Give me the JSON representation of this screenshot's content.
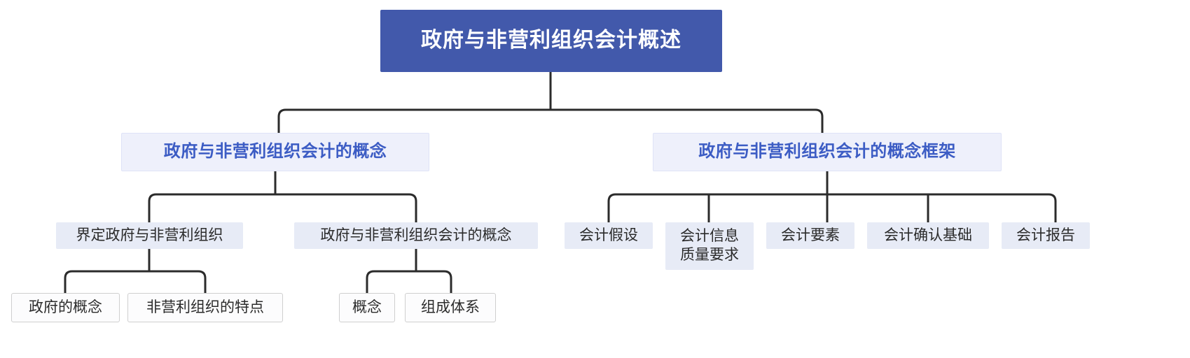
{
  "diagram": {
    "type": "tree-mindmap",
    "title": "政府与非营利组织会计概述",
    "colors": {
      "root_bg": "#4259ab",
      "root_text": "#ffffff",
      "level2_bg": "#eef0fb",
      "level2_text": "#3c5cc4",
      "level3_bg": "#e7ebf6",
      "level3_text": "#2b2b2b",
      "level4_bg": "#fcfcfd",
      "level4_border": "#cfcfcf",
      "connector": "#2b2b2b",
      "page_bg": "#ffffff"
    }
  },
  "nodes": {
    "root": {
      "label": "政府与非营利组织会计概述"
    },
    "level2": [
      {
        "label": "政府与非营利组织会计的概念"
      },
      {
        "label": "政府与非营利组织会计的概念框架"
      }
    ],
    "level3_left": [
      {
        "label": "界定政府与非营利组织"
      },
      {
        "label": "政府与非营利组织会计的概念"
      }
    ],
    "level3_right": [
      {
        "label": "会计假设"
      },
      {
        "label": "会计信息\n质量要求"
      },
      {
        "label": "会计要素"
      },
      {
        "label": "会计确认基础"
      },
      {
        "label": "会计报告"
      }
    ],
    "level4_group_a": [
      {
        "label": "政府的概念"
      },
      {
        "label": "非营利组织的特点"
      }
    ],
    "level4_group_b": [
      {
        "label": "概念"
      },
      {
        "label": "组成体系"
      }
    ]
  }
}
